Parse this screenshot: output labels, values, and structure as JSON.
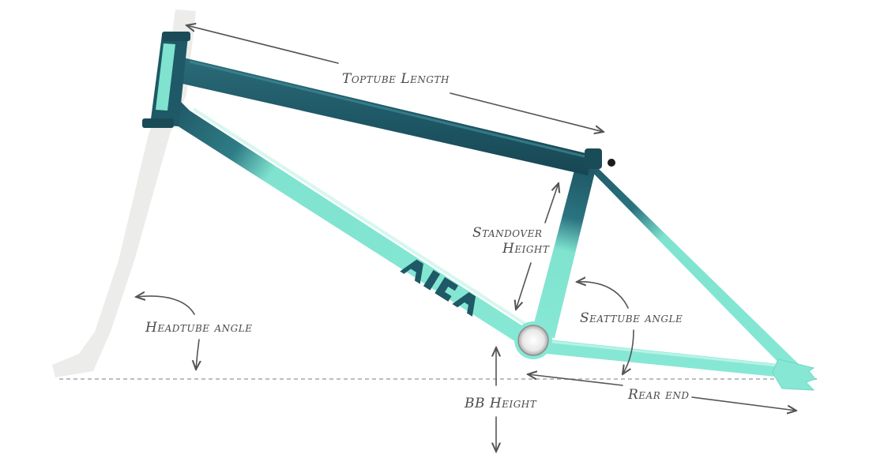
{
  "colors": {
    "dark_teal": "#1f5866",
    "mint": "#7fe3cf",
    "shadow": "#ebebea",
    "annotation": "#4a4a4a"
  },
  "labels": {
    "toptube_length": "Toptube Length",
    "standover_height_line1": "Standover",
    "standover_height_line2": "Height",
    "headtube_angle": "Headtube angle",
    "seattube_angle": "Seattube angle",
    "bb_height": "BB Height",
    "rear_end": "Rear end"
  }
}
